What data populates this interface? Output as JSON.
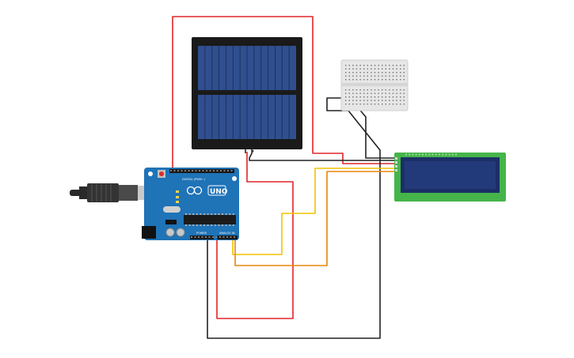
{
  "arduino": {
    "brand_text": "UNO",
    "digital_label": "DIGITAL (PWM~)",
    "power_label": "POWER",
    "analog_label": "ANALOG IN"
  },
  "wires": [
    {
      "name": "wire-red-panel-top",
      "color": "#e0262a"
    },
    {
      "name": "wire-black-panel",
      "color": "#222222"
    },
    {
      "name": "wire-red-panel-lcd",
      "color": "#e0262a"
    },
    {
      "name": "wire-black-breadboard-lcd",
      "color": "#222222"
    },
    {
      "name": "wire-yellow-sda",
      "color": "#f2c200"
    },
    {
      "name": "wire-orange-scl",
      "color": "#e8850a"
    },
    {
      "name": "wire-red-5v",
      "color": "#e0262a"
    },
    {
      "name": "wire-black-gnd",
      "color": "#222222"
    }
  ],
  "colors": {
    "arduino_board": "#1f73b7",
    "lcd_pcb": "#45b54a",
    "lcd_screen": "#233a7a",
    "solar_frame": "#1a1a1a",
    "solar_cells": "#2f4f8f",
    "breadboard": "#e6e6e6"
  }
}
